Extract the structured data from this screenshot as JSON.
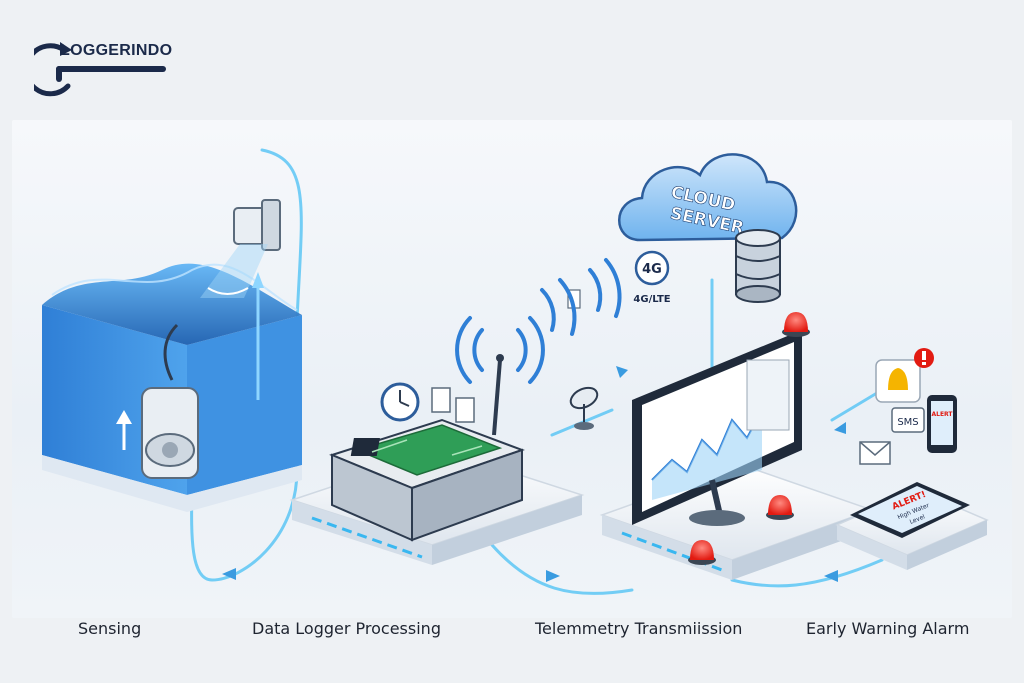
{
  "brand": {
    "name": "LOGGERINDO"
  },
  "diagram": {
    "cloud_line1": "CLOUD",
    "cloud_line2": "SERVER",
    "network_badge": "4G",
    "network_label": "4G/LTE",
    "sms_label": "SMS",
    "alert_title": "ALERT!",
    "alert_sub1": "High Water",
    "alert_sub2": "Level",
    "phone_alert": "ALERT",
    "colors": {
      "water": "#2f7fd6",
      "water_dark": "#1c5fb0",
      "accent": "#39b7f0",
      "alarm": "#ff3b30",
      "navy": "#1b2a4a"
    }
  },
  "captions": {
    "sensing": "Sensing",
    "processing": "Data Logger Processing",
    "telemetry": "Telemmetry Transmiission",
    "alarm": "Early Warning Alarm"
  }
}
